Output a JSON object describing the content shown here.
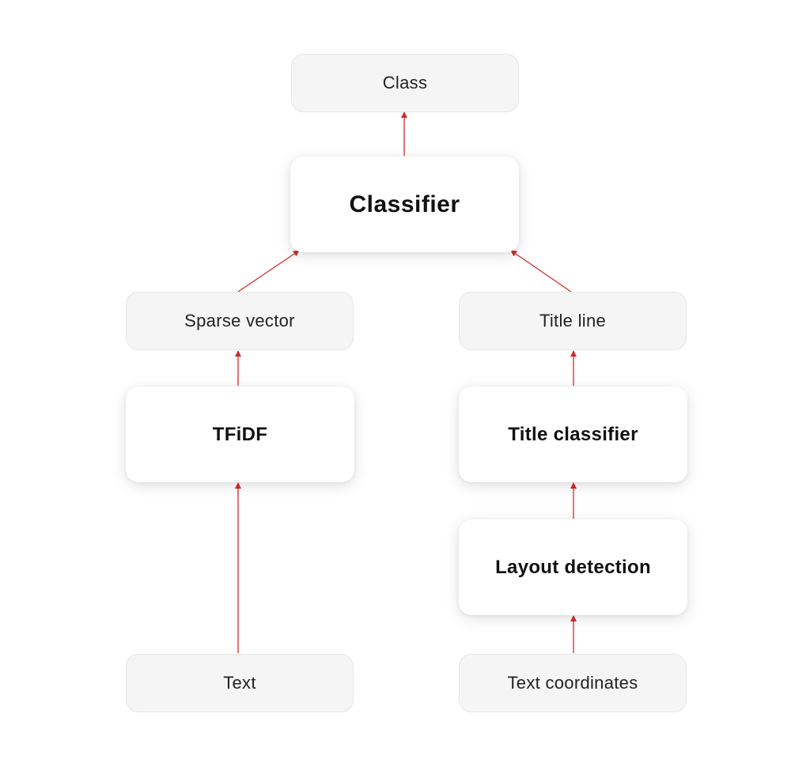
{
  "nodes": {
    "class": "Class",
    "classifier": "Classifier",
    "sparse_vector": "Sparse vector",
    "title_line": "Title line",
    "tfidf": "TFiDF",
    "title_classifier": "Title classifier",
    "layout_detection": "Layout detection",
    "text": "Text",
    "text_coordinates": "Text coordinates"
  },
  "edges": [
    {
      "from": "text",
      "to": "tfidf"
    },
    {
      "from": "tfidf",
      "to": "sparse_vector"
    },
    {
      "from": "sparse_vector",
      "to": "classifier"
    },
    {
      "from": "text_coordinates",
      "to": "layout_detection"
    },
    {
      "from": "layout_detection",
      "to": "title_classifier"
    },
    {
      "from": "title_classifier",
      "to": "title_line"
    },
    {
      "from": "title_line",
      "to": "classifier"
    },
    {
      "from": "classifier",
      "to": "class"
    }
  ],
  "colors": {
    "arrow": "#d42a2a",
    "data_fill": "#f5f5f5",
    "process_fill": "#ffffff"
  }
}
